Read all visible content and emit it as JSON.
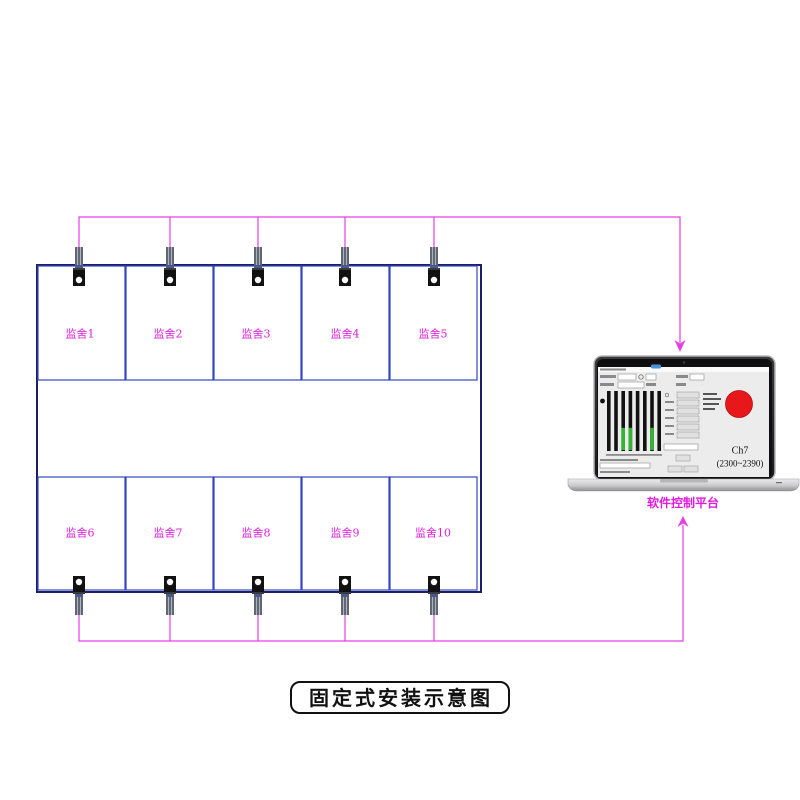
{
  "diagram": {
    "title": "固定式安装示意图",
    "rooms_top": [
      "监舍1",
      "监舍2",
      "监舍3",
      "监舍4",
      "监舍5"
    ],
    "rooms_bottom": [
      "监舍6",
      "监舍7",
      "监舍8",
      "监舍9",
      "监舍10"
    ],
    "platform_label": "软件控制平台"
  },
  "laptop_screen": {
    "channel": "Ch7",
    "frequency_range": "(2300~2390)",
    "signal_bars": [
      0,
      0,
      0.37,
      0.37,
      0,
      0,
      0.37,
      0
    ],
    "indicator_color": "#e8171b"
  },
  "colors": {
    "wire": "#e63ee6",
    "room_label": "#e01ce0",
    "wall": "#1b1f63",
    "room_border": "#3445c4",
    "signal_active": "#35b335"
  },
  "icons": {
    "sensor": "sensor-icon",
    "laptop": "laptop-icon",
    "arrow": "arrow-icon"
  }
}
